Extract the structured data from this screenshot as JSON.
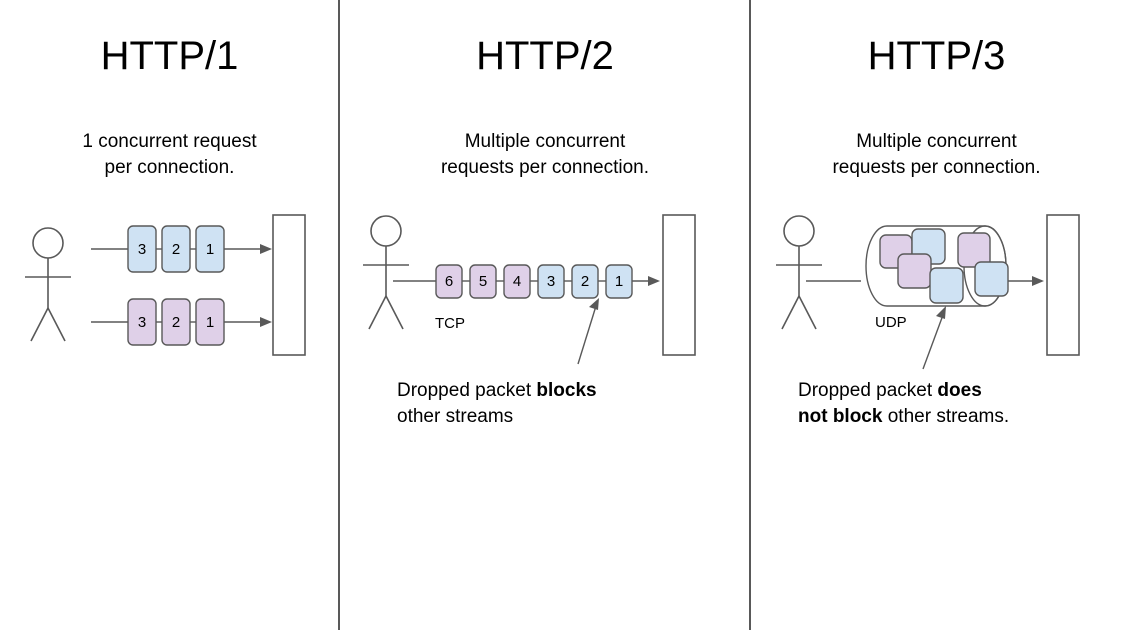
{
  "diagram": {
    "title_row": [
      "HTTP/1",
      "HTTP/2",
      "HTTP/3"
    ],
    "colors": {
      "packet_blue_fill": "#cfe2f3",
      "packet_purple_fill": "#dfd0e8",
      "stroke": "#595959",
      "background": "#ffffff",
      "text": "#000000"
    }
  },
  "panels": [
    {
      "id": "http1",
      "title": "HTTP/1",
      "caption": "1 concurrent request\nper connection.",
      "actor": "stick-figure-client",
      "server": "server-rectangle",
      "connections": [
        {
          "stream": "stream-blue",
          "color": "blue",
          "packets": [
            "3",
            "2",
            "1"
          ]
        },
        {
          "stream": "stream-purple",
          "color": "purple",
          "packets": [
            "3",
            "2",
            "1"
          ]
        }
      ],
      "protocol_label": "",
      "note": ""
    },
    {
      "id": "http2",
      "title": "HTTP/2",
      "caption": "Multiple concurrent\nrequests per connection.",
      "actor": "stick-figure-client",
      "server": "server-rectangle",
      "protocol_label": "TCP",
      "packets": [
        {
          "label": "6",
          "color": "purple"
        },
        {
          "label": "5",
          "color": "purple"
        },
        {
          "label": "4",
          "color": "purple"
        },
        {
          "label": "3",
          "color": "blue"
        },
        {
          "label": "2",
          "color": "blue"
        },
        {
          "label": "1",
          "color": "blue"
        }
      ],
      "annotation": {
        "text_parts": [
          {
            "text": "Dropped packet ",
            "bold": false
          },
          {
            "text": "blocks",
            "bold": true
          },
          {
            "text": " other streams",
            "bold": false
          }
        ],
        "plain": "Dropped packet blocks other streams",
        "points_to_packet": "2"
      }
    },
    {
      "id": "http3",
      "title": "HTTP/3",
      "caption": "Multiple concurrent\nrequests per connection.",
      "actor": "stick-figure-client",
      "server": "server-rectangle",
      "protocol_label": "UDP",
      "container": "cylinder",
      "packets": [
        {
          "label": "",
          "color": "purple"
        },
        {
          "label": "",
          "color": "blue"
        },
        {
          "label": "",
          "color": "purple"
        },
        {
          "label": "",
          "color": "purple"
        },
        {
          "label": "",
          "color": "blue"
        },
        {
          "label": "",
          "color": "blue"
        }
      ],
      "annotation": {
        "text_parts": [
          {
            "text": "Dropped packet ",
            "bold": false
          },
          {
            "text": "does not block",
            "bold": true
          },
          {
            "text": " other streams.",
            "bold": false
          }
        ],
        "plain": "Dropped packet does not block other streams.",
        "points_to_packet": "center-blue"
      }
    }
  ]
}
